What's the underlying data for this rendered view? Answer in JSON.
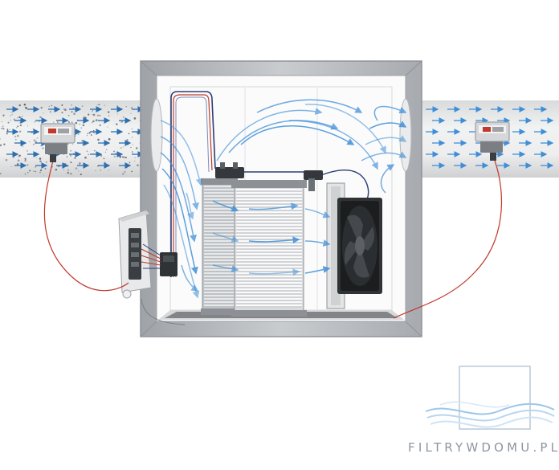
{
  "watermark": {
    "text": "FILTRYWDOMU.PL",
    "icon": "wave-square-logo-icon"
  },
  "components": {
    "duct_left": "air-duct-inlet",
    "duct_right": "air-duct-outlet",
    "sensor_left": "air-quality-sensor-icon",
    "sensor_right": "air-quality-sensor-icon",
    "enclosure": "air-purifier-housing",
    "filter_front": "electrostatic-filter-cell",
    "filter_back": "electrostatic-filter-cell",
    "fan": "exhaust-fan-icon",
    "power_module": "power-supply-icon",
    "junction_box": "junction-box-icon"
  },
  "colors": {
    "airflow_blue": "#3f8fd8",
    "wire_red": "#c0392b",
    "wire_navy": "#2c3e75",
    "housing_grey": "#b8bcc0",
    "duct_grey": "#e6e7e8",
    "brand_grey": "#8a96a3"
  }
}
